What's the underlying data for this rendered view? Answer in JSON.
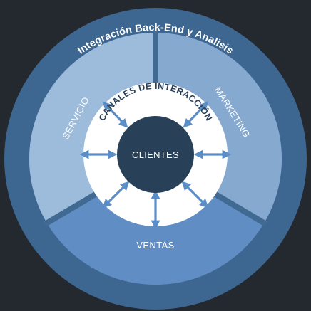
{
  "diagram": {
    "outer_label": "Integración Back-End y Analisis",
    "sectors": {
      "servicio": "SERVICIO",
      "marketing": "MARKETING",
      "ventas": "VENTAS"
    },
    "inner_ring_label": "CANALES DE INTERACCIÓN",
    "center_label": "CLIENTES",
    "colors": {
      "background": "#24282f",
      "outer_ring": "#3d6791",
      "servicio_sector": "#9dbcdb",
      "marketing_sector": "#86a9d0",
      "ventas_sector": "#5f8dc4",
      "dividers": "#416a93",
      "inner_ring": "#ffffff",
      "arrows": "#5b8ec7",
      "center": "#284158"
    }
  }
}
